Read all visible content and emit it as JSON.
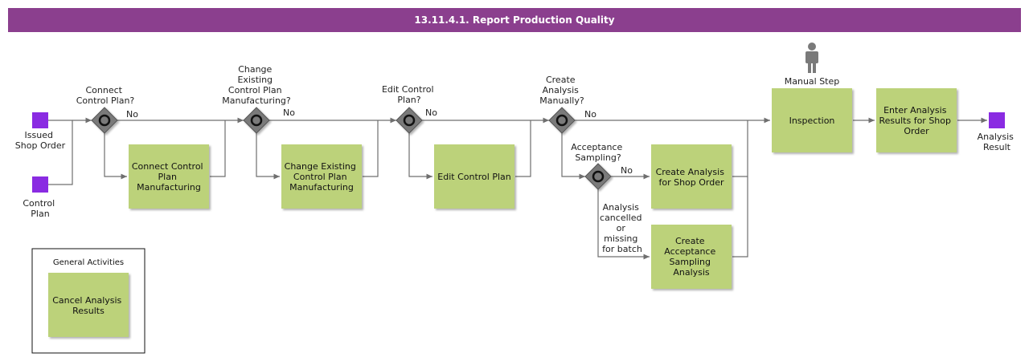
{
  "title": "13.11.4.1. Report Production Quality",
  "events": {
    "issued_shop_order": "Issued\nShop Order",
    "control_plan": "Control\nPlan",
    "analysis_result": "Analysis\nResult"
  },
  "gateways": {
    "g1": "Connect\nControl Plan?",
    "g2": "Change\nExisting\nControl Plan\nManufacturing?",
    "g3": "Edit Control\nPlan?",
    "g4": "Create\nAnalysis\nManually?",
    "g5": "Acceptance\nSampling?"
  },
  "flow_labels": {
    "no": "No",
    "cancelled": "Analysis\ncancelled\nor\nmissing\nfor batch"
  },
  "activities": {
    "connect": "Connect Control\nPlan\nManufacturing",
    "change": "Change Existing\nControl Plan\nManufacturing",
    "edit": "Edit Control Plan",
    "create_shop": "Create Analysis\nfor Shop Order",
    "create_sampling": "Create\nAcceptance\nSampling\nAnalysis",
    "inspection": "Inspection",
    "enter_results": "Enter Analysis\nResults for Shop\nOrder",
    "cancel": "Cancel Analysis\nResults"
  },
  "manual_step": "Manual Step",
  "general_activities": "General Activities",
  "colors": {
    "header": "#8b3f8e",
    "activity": "#bcd27a",
    "event": "#8a2be2",
    "gateway": "#7a7a7a"
  }
}
